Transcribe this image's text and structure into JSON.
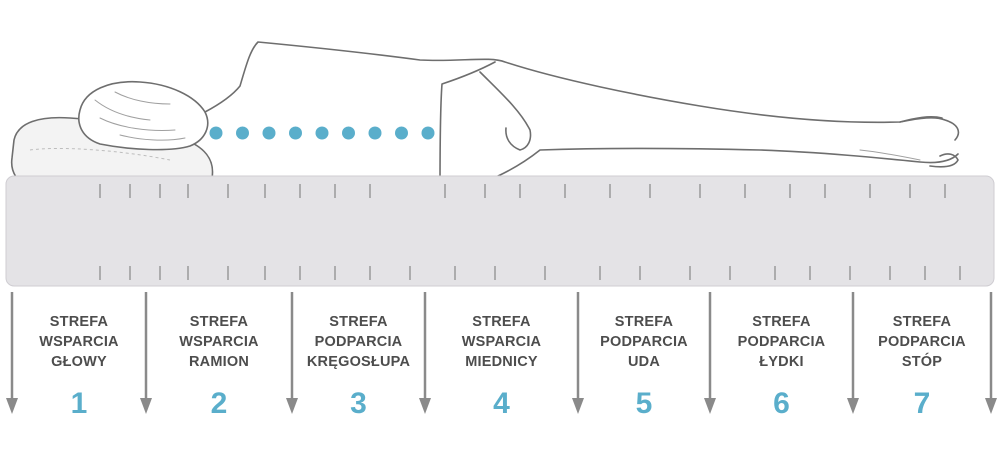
{
  "colors": {
    "accent": "#5aaecb",
    "label": "#4d4d4d",
    "arrow": "#8a8a8a",
    "mattress": "#e4e3e6",
    "outline": "#6e6e6e"
  },
  "zones": [
    {
      "number": "1",
      "lines": [
        "STREFA",
        "WSPARCIA",
        "GŁOWY"
      ]
    },
    {
      "number": "2",
      "lines": [
        "STREFA",
        "WSPARCIA",
        "RAMION"
      ]
    },
    {
      "number": "3",
      "lines": [
        "STREFA",
        "PODPARCIA",
        "KRĘGOSŁUPA"
      ]
    },
    {
      "number": "4",
      "lines": [
        "STREFA",
        "WSPARCIA",
        "MIEDNICY"
      ]
    },
    {
      "number": "5",
      "lines": [
        "STREFA",
        "PODPARCIA",
        "UDA"
      ]
    },
    {
      "number": "6",
      "lines": [
        "STREFA",
        "PODPARCIA",
        "ŁYDKI"
      ]
    },
    {
      "number": "7",
      "lines": [
        "STREFA",
        "PODPARCIA",
        "STÓP"
      ]
    }
  ],
  "spine_dots": 9,
  "icons": {
    "pillow": "pillow-icon",
    "figure": "sleeping-person-icon",
    "arrow": "arrow-down-icon"
  }
}
